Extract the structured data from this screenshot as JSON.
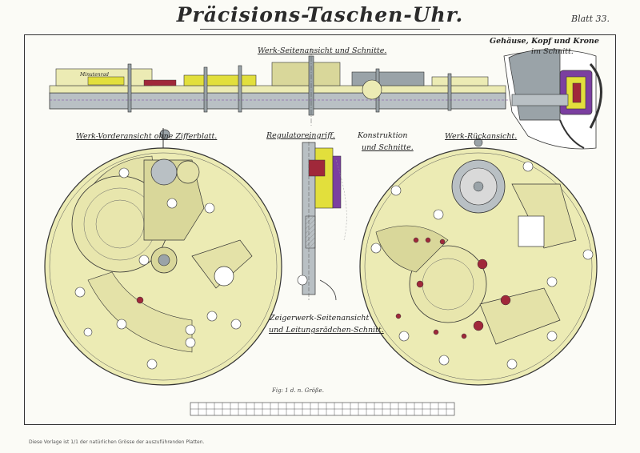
{
  "header": {
    "title": "Präcisions-Taschen-Uhr.",
    "sheet": "Blatt 33."
  },
  "views": {
    "side_view": "Werk-Seitenansicht und Schnitte.",
    "case_section_1": "Gehäuse, Kopf und Krone",
    "case_section_2": "im Schnitt.",
    "front_view": "Werk-Vorderansicht ohne Zifferblatt.",
    "regulator": "Regulatoreingriff.",
    "construction_1": "Konstruktion",
    "construction_2": "und Schnitte.",
    "back_view": "Werk-Rückansicht.",
    "motion_work_1": "Zeigerwerk-Seitenansicht",
    "motion_work_2": "und Leitungsrädchen-Schnitt."
  },
  "drawing_labels": {
    "small_label": "Minutenrad"
  },
  "scale_note": "Fig: 1 d. n. Größe.",
  "footnote": "Diese Vorlage ist 1/1 der natürlichen Grösse der auszuführenden Platten.",
  "colors": {
    "plate": "#ecebb4",
    "plate_dark": "#d9d79a",
    "steel": "#9aa3a8",
    "brass_cut": "#e2df3c",
    "ruby": "#a0283a",
    "purple": "#7b3fa0",
    "ink": "#333333"
  }
}
